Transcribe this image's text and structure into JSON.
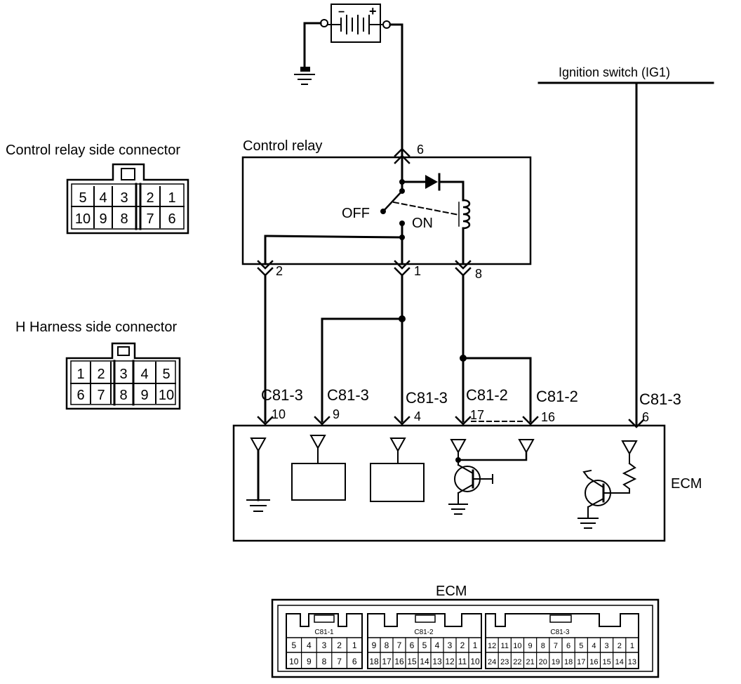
{
  "labels": {
    "ignition_switch": "Ignition switch (IG1)",
    "control_relay": "Control relay",
    "relay_side_connector": "Control relay side connector",
    "harness_side_connector": "H Harness side connector",
    "off": "OFF",
    "on": "ON",
    "ecm": "ECM",
    "ecm_bottom": "ECM"
  },
  "relay_pins": {
    "p6": "6",
    "p2": "2",
    "p1": "1",
    "p8": "8"
  },
  "ecm_terminals": [
    {
      "conn": "C81-3",
      "pin": "10"
    },
    {
      "conn": "C81-3",
      "pin": "9"
    },
    {
      "conn": "C81-3",
      "pin": "4"
    },
    {
      "conn": "C81-2",
      "pin": "17"
    },
    {
      "conn": "C81-2",
      "pin": "16"
    },
    {
      "conn": "C81-3",
      "pin": "6"
    }
  ],
  "relay_connector": {
    "top_row": [
      "5",
      "4",
      "3",
      "2",
      "1"
    ],
    "bottom_row": [
      "10",
      "9",
      "8",
      "7",
      "6"
    ]
  },
  "harness_connector": {
    "top_row": [
      "1",
      "2",
      "3",
      "4",
      "5"
    ],
    "bottom_row": [
      "6",
      "7",
      "8",
      "9",
      "10"
    ]
  },
  "ecm_connector": {
    "c81_1": {
      "name": "C81-1",
      "top": [
        "5",
        "4",
        "3",
        "2",
        "1"
      ],
      "bottom": [
        "10",
        "9",
        "8",
        "7",
        "6"
      ]
    },
    "c81_2": {
      "name": "C81-2",
      "top": [
        "9",
        "8",
        "7",
        "6",
        "5",
        "4",
        "3",
        "2",
        "1"
      ],
      "bottom": [
        "18",
        "17",
        "16",
        "15",
        "14",
        "13",
        "12",
        "11",
        "10"
      ]
    },
    "c81_3": {
      "name": "C81-3",
      "top": [
        "12",
        "11",
        "10",
        "9",
        "8",
        "7",
        "6",
        "5",
        "4",
        "3",
        "2",
        "1"
      ],
      "bottom": [
        "24",
        "23",
        "22",
        "21",
        "20",
        "19",
        "18",
        "17",
        "16",
        "15",
        "14",
        "13"
      ]
    }
  }
}
